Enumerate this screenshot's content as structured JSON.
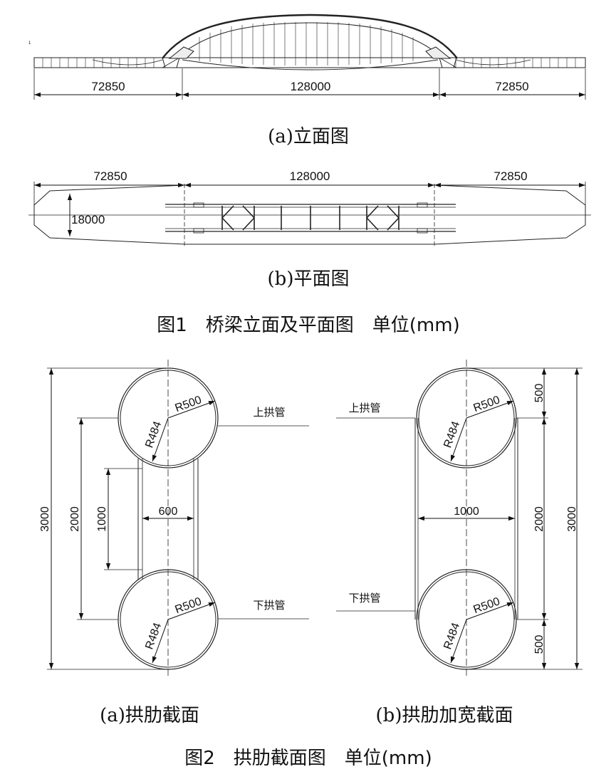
{
  "fig1": {
    "elevation": {
      "span_left": "72850",
      "span_mid": "128000",
      "span_right": "72850",
      "caption": "(a)立面图"
    },
    "plan": {
      "span_left": "72850",
      "span_mid": "128000",
      "span_right": "72850",
      "width": "18000",
      "caption": "(b)平面图"
    },
    "title": "图1　桥梁立面及平面图　单位(mm)"
  },
  "fig2": {
    "section_a": {
      "height_total": "3000",
      "height_centers": "2000",
      "height_inner": "1000",
      "width": "600",
      "r_outer_top": "R500",
      "r_inner_top": "R484",
      "r_outer_bottom": "R500",
      "r_inner_bottom": "R484",
      "label_top": "上拱管",
      "label_bottom": "下拱管",
      "caption": "(a)拱肋截面"
    },
    "section_b": {
      "height_total": "3000",
      "height_centers": "2000",
      "offset_top": "500",
      "offset_bottom": "500",
      "width": "1000",
      "r_outer_top": "R500",
      "r_inner_top": "R484",
      "r_outer_bottom": "R500",
      "r_inner_bottom": "R484",
      "label_top": "上拱管",
      "label_bottom": "下拱管",
      "caption": "(b)拱肋加宽截面"
    },
    "title": "图2　拱肋截面图　单位(mm)"
  }
}
